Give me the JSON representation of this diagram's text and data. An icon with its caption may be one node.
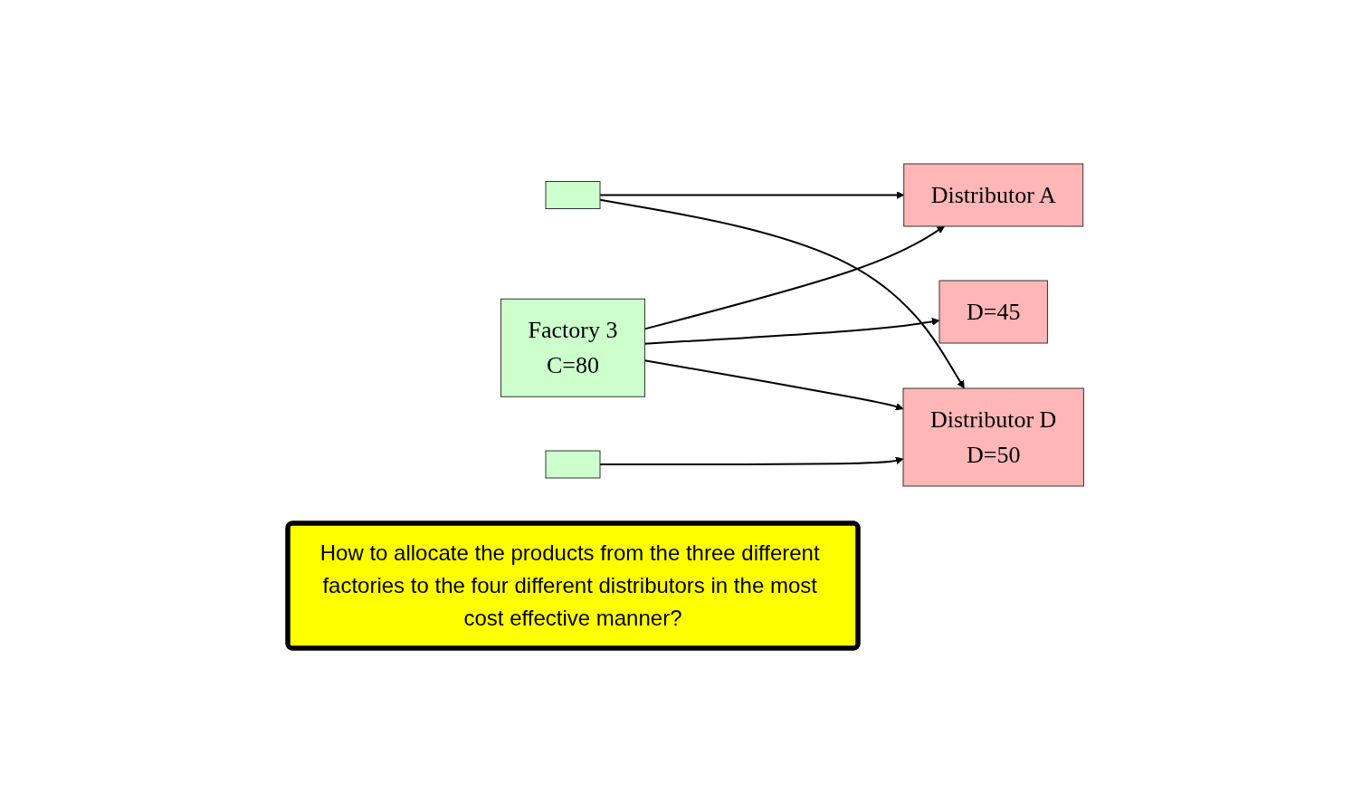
{
  "diagram": {
    "nodes": [
      {
        "text": [],
        "shape": "box"
      },
      {
        "text": [],
        "shape": "box"
      },
      {
        "text": [
          "Factory 3",
          "C=80"
        ]
      },
      {
        "text": [
          "Distributor A"
        ]
      },
      {
        "text": [
          "D=45"
        ]
      },
      {
        "text": [
          "Distributor D",
          "D=50"
        ]
      },
      {
        "text": [
          "How to allocate the products from the three different factories to the four different distributors in the most cost effective manner?"
        ]
      }
    ],
    "edges": [
      {
        "from": 0,
        "to": 3,
        "arrow": "to"
      },
      {
        "from": 2,
        "to": 3,
        "arrow": "to"
      },
      {
        "from": 2,
        "to": 4,
        "arrow": "to"
      },
      {
        "from": 2,
        "to": 5,
        "arrow": "to"
      },
      {
        "from": 0,
        "to": 5,
        "arrow": "to"
      },
      {
        "from": 1,
        "to": 5,
        "arrow": "to"
      }
    ]
  }
}
